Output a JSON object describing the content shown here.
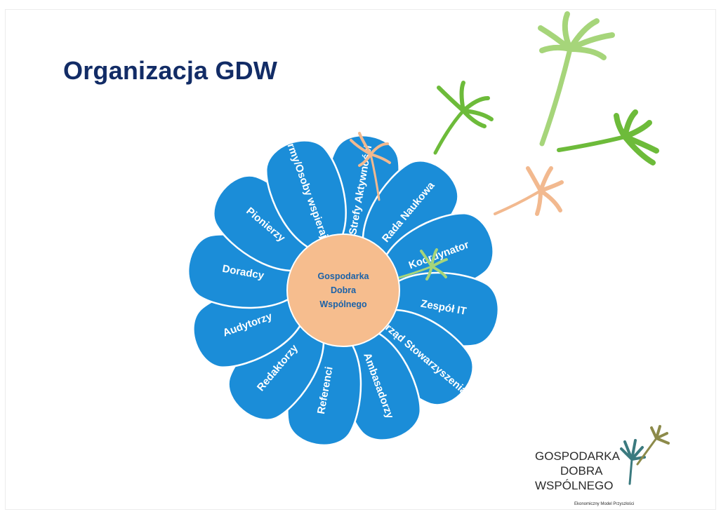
{
  "title": "Organizacja GDW",
  "center": {
    "lines": [
      "Gospodarka",
      "Dobra",
      "Wspólnego"
    ],
    "color": "#f6bd8e"
  },
  "petal_color": "#1b8dd8",
  "petals": [
    "Strefy Aktywności",
    "Rada Naukowa",
    "Koordynator",
    "Zespół IT",
    "Zarząd Stowarzyszenia",
    "Ambasadorzy",
    "Referenci",
    "Redaktorzy",
    "Audytorzy",
    "Doradcy",
    "Pionierzy",
    "Firmy/Osoby wspierające"
  ],
  "logo": {
    "line1": "GOSPODARKA",
    "line2": "DOBRA",
    "line3": "WSPÓLNEGO",
    "tagline": "Ekonomiczny Model Przyszłości"
  },
  "decor": {
    "seed_green_light": "#a6d57a",
    "seed_green": "#6dbb3a",
    "seed_peach": "#f2b98f"
  }
}
